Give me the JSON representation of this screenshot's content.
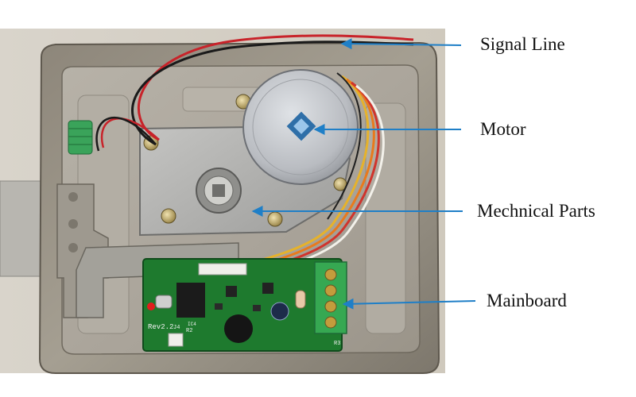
{
  "callouts": [
    {
      "label": "Signal Line",
      "part": "signal-line"
    },
    {
      "label": "Motor",
      "part": "motor"
    },
    {
      "label": "Mechnical Parts",
      "part": "mechanical-parts"
    },
    {
      "label": "Mainboard",
      "part": "mainboard"
    }
  ],
  "board": {
    "revision": "Rev2.2",
    "ref_j4": "J4",
    "ref_r2": "R2",
    "ref_r3": "R3",
    "ref_ic4": "IC4"
  },
  "colors": {
    "callout_arrow": "#1f7fc7",
    "pcb": "#1e7a2e",
    "terminal_block": "#36a852",
    "steel": "#a9a7a1",
    "motor_body": "#c4c7cb",
    "motor_logo": "#2f6fa8"
  }
}
